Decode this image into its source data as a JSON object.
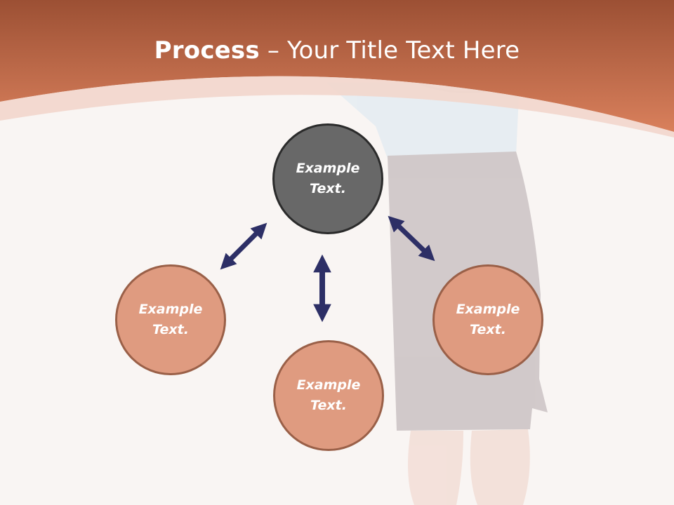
{
  "slide": {
    "title_bold": "Process",
    "title_dash": " – ",
    "title_rest": "Your Title Text Here"
  },
  "diagram": {
    "center": {
      "line1": "Example",
      "line2": "Text."
    },
    "left": {
      "line1": "Example",
      "line2": "Text."
    },
    "bottom": {
      "line1": "Example",
      "line2": "Text."
    },
    "right": {
      "line1": "Example",
      "line2": "Text."
    }
  },
  "colors": {
    "header": "#c86e4b",
    "center_fill": "#686868",
    "outer_fill": "#df9b80",
    "arrow": "#2d2f66"
  }
}
